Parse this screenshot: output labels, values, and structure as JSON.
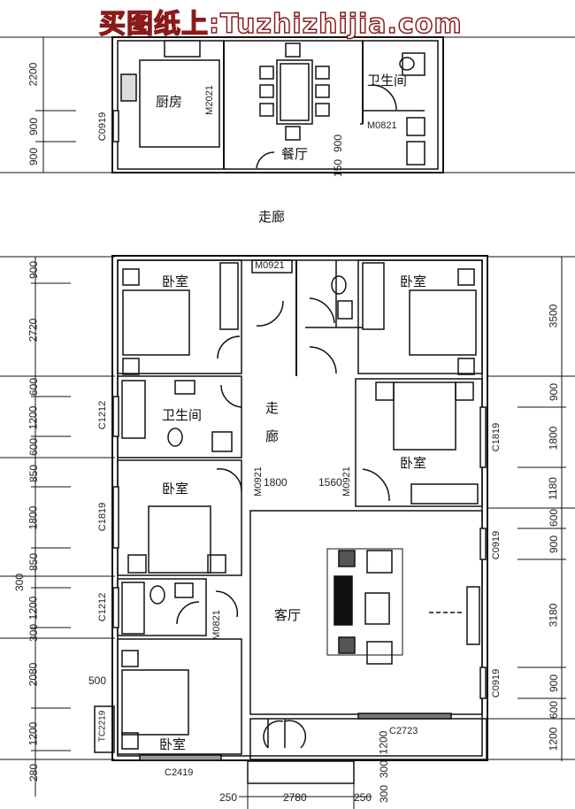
{
  "watermark": "买图纸上:Tuzhizhijia.com",
  "colors": {
    "wall": "#111111",
    "watermark_stroke": "#8b1a1a",
    "background": "#ffffff"
  },
  "rooms": {
    "kitchen": "厨房",
    "dining": "餐厅",
    "bath_top": "卫生间",
    "corridor_outside": "走廊",
    "bedroom_nw": "卧室",
    "bedroom_ne": "卧室",
    "bath_mid": "卫生间",
    "corridor_inner_1": "走",
    "corridor_inner_2": "廊",
    "bedroom_e": "卧室",
    "bedroom_w": "卧室",
    "living": "客厅",
    "bedroom_sw": "卧室"
  },
  "codes": {
    "c0919_kitchen": "C0919",
    "m2021": "M2021",
    "m0821_top": "M0821",
    "m0921_top": "M0921",
    "c1212_mid": "C1212",
    "c1819_w": "C1819",
    "m0921_a": "M0921",
    "m0921_b": "M0921",
    "c1819_e": "C1819",
    "c0919_e1": "C0919",
    "c0919_e2": "C0919",
    "c1212_low": "C1212",
    "m0821_low": "M0821",
    "tc2219": "TC2219",
    "c2419": "C2419",
    "c2723": "C2723"
  },
  "dims": {
    "left": [
      "2200",
      "900",
      "900",
      "900",
      "2720",
      "600",
      "1200",
      "600",
      "850",
      "1800",
      "850",
      "300",
      "1200",
      "300",
      "2080",
      "1200",
      "280"
    ],
    "right": [
      "3500",
      "900",
      "1800",
      "1180",
      "600",
      "900",
      "3180",
      "900",
      "600",
      "1200"
    ],
    "bottom": [
      "250",
      "2780",
      "250"
    ],
    "inner": {
      "d1800": "1800",
      "d1560": "1560",
      "d500": "500",
      "d900_dining": "900",
      "d150": "150",
      "d1200_porch": "1200",
      "d300_a": "300",
      "d300_b": "300"
    }
  }
}
